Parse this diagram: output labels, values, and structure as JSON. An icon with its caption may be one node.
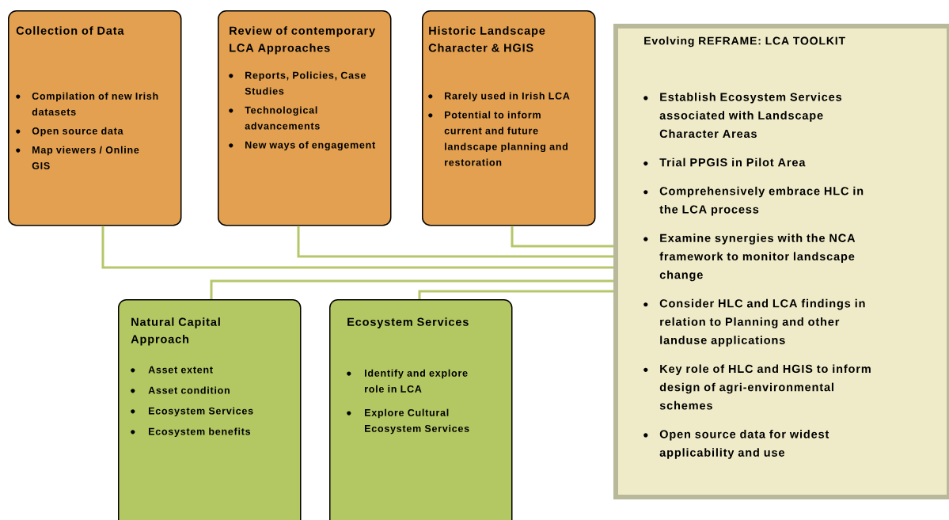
{
  "diagram": {
    "nodes": [
      {
        "text": [
          "Collection of Data",
          "Compilation of new Irish datasets",
          "Open source data",
          "Map viewers / Online GIS"
        ]
      },
      {
        "text": [
          "Review of contemporary LCA Approaches",
          "Reports, Policies, Case Studies",
          "Technological advancements",
          "New ways of engagement"
        ]
      },
      {
        "text": [
          "Historic Landscape Character & HGIS",
          "Rarely used in Irish LCA",
          "Potential to inform current and future landscape planning and restoration"
        ]
      },
      {
        "text": [
          "Natural Capital Approach",
          "Asset extent",
          "Asset condition",
          "Ecosystem Services",
          "Ecosystem benefits"
        ]
      },
      {
        "text": [
          "Ecosystem Services",
          "Identify and explore role in LCA",
          "Explore Cultural Ecosystem Services"
        ]
      },
      {
        "text": [
          "Evolving REFRAME: LCA TOOLKIT",
          "Establish Ecosystem Services associated with Landscape Character Areas",
          "Trial PPGIS in Pilot Area",
          "Comprehensively embrace HLC in the LCA process",
          "Examine synergies with the NCA framework to monitor landscape change",
          "Consider HLC and LCA findings in relation to Planning and other landuse applications",
          "Key role of HLC and HGIS to inform design of agri-environmental schemes",
          "Open source data for widest applicability and use"
        ]
      }
    ],
    "edges": [
      {
        "from": 0,
        "to": 5,
        "arrow": "none"
      },
      {
        "from": 1,
        "to": 5,
        "arrow": "none"
      },
      {
        "from": 2,
        "to": 5,
        "arrow": "none"
      },
      {
        "from": 3,
        "to": 5,
        "arrow": "none"
      },
      {
        "from": 4,
        "to": 5,
        "arrow": "none"
      }
    ]
  }
}
